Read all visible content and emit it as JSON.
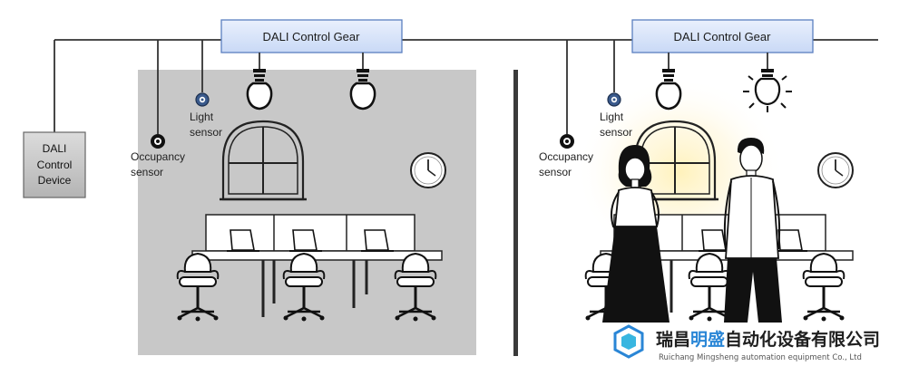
{
  "left_scene": {
    "gear_label": "DALI Control Gear",
    "device_label": [
      "DALI",
      "Control",
      "Device"
    ],
    "occupancy_label": [
      "Occupancy",
      "sensor"
    ],
    "light_label": [
      "Light",
      "sensor"
    ]
  },
  "right_scene": {
    "gear_label": "DALI Control Gear",
    "occupancy_label": [
      "Occupancy",
      "sensor"
    ],
    "light_label": [
      "Light",
      "sensor"
    ]
  },
  "brand": {
    "cn_prefix": "瑞昌",
    "cn_accent": "明盛",
    "cn_suffix": "自动化设备有限公司",
    "en": "Ruichang Mingsheng automation equipment Co., Ltd",
    "accent_color": "#2a86d6"
  },
  "colors": {
    "bus_line": "#333333",
    "gear_fill": "#dbe7fb",
    "gear_stroke": "#5a7fc0",
    "room_gray": "#c8c8c8",
    "device_fill": "#c9c9c9",
    "light_sensor": "#3a5a8c",
    "glow": "#fff3c4"
  }
}
